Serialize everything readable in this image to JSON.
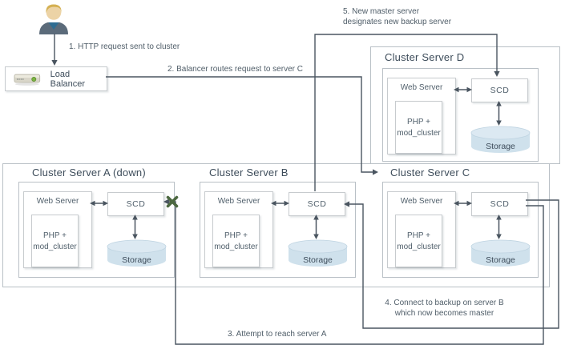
{
  "colors": {
    "line": "#4a5560",
    "box_border": "#b9c0c6",
    "comp_border": "#c7cbce",
    "text_dark": "#3e4d5b",
    "text_label": "#4f5d68",
    "text_comp": "#51606c",
    "storage_body": "#cfe1ec",
    "storage_top": "#dce9f2",
    "storage_edge": "#bed3e1",
    "fail_x": "#4c6840",
    "led_green": "#7cb342"
  },
  "load_balancer": {
    "label": "Load Balancer"
  },
  "steps": {
    "s1": "1. HTTP request sent to cluster",
    "s2": "2. Balancer routes request to server C",
    "s3": "3. Attempt to reach server A",
    "s4a": "4. Connect to backup on server B",
    "s4b": "which now becomes master",
    "s5a": "5. New master server",
    "s5b": "designates new backup server"
  },
  "clusters": {
    "a": {
      "title": "Cluster Server A (down)"
    },
    "b": {
      "title": "Cluster Server B"
    },
    "c": {
      "title": "Cluster Server C"
    },
    "d": {
      "title": "Cluster Server D"
    }
  },
  "module": {
    "web_server": "Web Server",
    "php_line1": "PHP +",
    "php_line2": "mod_cluster",
    "scd": "SCD",
    "storage": "Storage"
  }
}
